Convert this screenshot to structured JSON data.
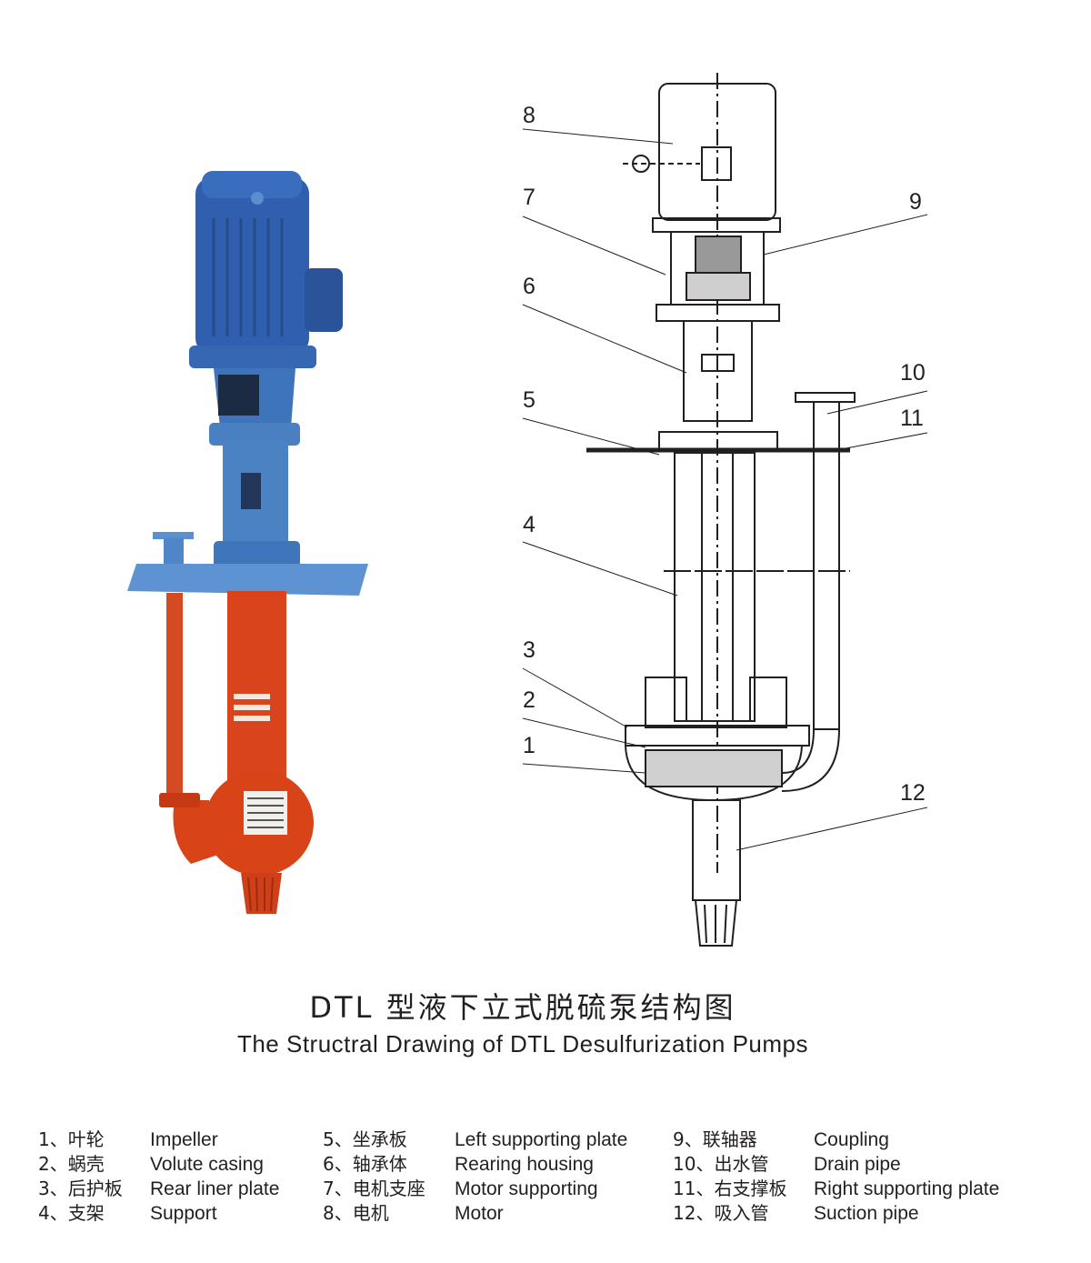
{
  "callouts": [
    "1",
    "2",
    "3",
    "4",
    "5",
    "6",
    "7",
    "8",
    "9",
    "10",
    "11",
    "12"
  ],
  "title": {
    "cn": "DTL 型液下立式脱硫泵结构图",
    "en": "The Structral Drawing of DTL Desulfurization Pumps"
  },
  "legend": [
    [
      {
        "cn": "1、叶轮",
        "en": "Impeller"
      },
      {
        "cn": "2、蜗壳",
        "en": "Volute casing"
      },
      {
        "cn": "3、后护板",
        "en": "Rear liner plate"
      },
      {
        "cn": "4、支架",
        "en": "Support"
      }
    ],
    [
      {
        "cn": "5、坐承板",
        "en": "Left supporting plate"
      },
      {
        "cn": "6、轴承体",
        "en": "Rearing housing"
      },
      {
        "cn": "7、电机支座",
        "en": "Motor supporting"
      },
      {
        "cn": "8、电机",
        "en": "Motor"
      }
    ],
    [
      {
        "cn": "9、联轴器",
        "en": "Coupling"
      },
      {
        "cn": "10、出水管",
        "en": "Drain pipe"
      },
      {
        "cn": "11、右支撑板",
        "en": "Right supporting plate"
      },
      {
        "cn": "12、吸入管",
        "en": "Suction pipe"
      }
    ]
  ],
  "colors": {
    "motor_blue": "#2f5fae",
    "plate_blue": "#4d86c6",
    "body_orange": "#d9441c",
    "line": "#231f20"
  }
}
